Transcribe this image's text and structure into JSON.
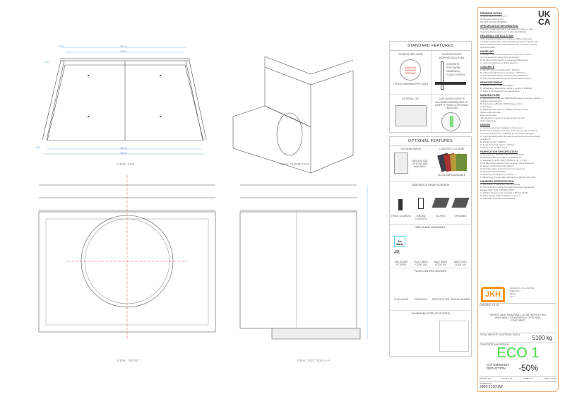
{
  "views": {
    "top": {
      "label": "VIEW: TOP",
      "dims": [
        "3015",
        "2880",
        "3665",
        "3880",
        "100",
        "100"
      ]
    },
    "isometric": {
      "label": "VIEW: ISOMETRIC"
    },
    "front": {
      "label": "VIEW: FRONT"
    },
    "section": {
      "label": "VIEW: SECTION A-A"
    }
  },
  "standard_features": {
    "title": "STANDARD FEATURES",
    "opening_size": {
      "title": "OPENING SIZE GUIDE",
      "circle_text": "Ø1500 mm MAXIMUM OPENING",
      "note": "TYPICAL MAXIMUM PIPE SIZES"
    },
    "custom_design": {
      "title": "CUSTOM DESIGN",
      "subtitle": "BESPOKE SOLUTIONS",
      "items": [
        "CONCRETE",
        "STEELWORK",
        "HANDRAILS",
        "FLOW CONTROL"
      ]
    },
    "integral_toe": {
      "title": "INTEGRAL TOE"
    },
    "sockets": {
      "title": "CAST-IN M16 SOCKETS",
      "note": "ALLOWING SUBSEQUENT TO LATER FITTINGS & OPTIONAL FEATURES"
    }
  },
  "optional_features": {
    "title": "OPTIONAL FEATURES",
    "toe_beam": {
      "title": "TOE BEAM RANGE",
      "note": "VARIOUS SIZE OPTIONS ARE AVAILABLE"
    },
    "colours": {
      "title": "CONCRETE COLOURS",
      "note": "16 COLOURS AVAILABLE"
    },
    "gratings": {
      "title": "GRATINGS & TRASH SCREENS",
      "items": [
        "HINGE COUPLED",
        "HINGED COUPLED",
        "SLOPED",
        "UPRAISED"
      ]
    },
    "handrails": {
      "title": "KEE KLAMP HANDRAILS",
      "items": [
        "KEE KLAMP FITTINGS",
        "FULLY BRED CODE 100",
        "HALF BRED CODE 100",
        "BARS ONLY CODE 100"
      ],
      "badge": "Kee Safety",
      "num": "#8"
    },
    "flow": {
      "title": "FLOW CONTROL DEVICES",
      "items": [
        "FLAP VALVE",
        "PENSTOCK",
        "ORIFICE PLATE",
        "BAFFLE BOARDS"
      ]
    },
    "stoplog": {
      "title": "ALUMINIUM STOPLOG SYSTEM"
    }
  },
  "notes": {
    "sections": [
      {
        "title": "DRAWING NOTES",
        "lines": [
          "All dimensions in mm U.O.S.",
          "All measurements at mm.",
          "DO NOT SCALE DRAWING."
        ]
      },
      {
        "title": "SPECIFICATION INFORMATION",
        "lines": [
          "Opening in back wall cast to suit outer dimension of pipe.",
          "In vertical all pipe can be cut to your specification."
        ]
      },
      {
        "title": "HEADWALL INSTALLATION",
        "lines": [
          "Units should be bedded on minimum 150mm thick well compacted Class 6N or 6P well graded granular material with 50mm bedding of fine material (Class 6L) to ensure units are level and stable."
        ]
      },
      {
        "title": "HANDLING",
        "lines": [
          "A. Weight of concrete is based on 2.4 tonne/m³ +5% is recommended for sizing lifting equipment.",
          "B. All lifting points shall be used as specified below.",
          "C. Unit to be lifted as per lifting diagram."
        ]
      },
      {
        "title": "CONCRETE",
        "lines": [
          "A. Mix 40° Self compacting 2C4 / C50 Mix.",
          "B. Lifting strength based on 2 cubes = 20N/mm².",
          "C. Characteristic 28 day cube strength = 50N/mm².",
          "D. Concrete provides Design Chemical Class 4 (DC4)."
        ]
      },
      {
        "title": "REINFORCEMENT",
        "lines": [
          "A. Reinforcement to BS EN 10080.",
          "B. Scheduling, dimensions, bends & cutting to BS8666.",
          "C. Dope to be treated as per specification."
        ]
      },
      {
        "title": "MANUFACTURE",
        "lines": [
          "A. Manufacture to BS EN 15258:2008 precast concrete products retaining wall elements.",
          "B. Tolerances to BS EN 13369 Clause 4.3.1.1",
          "C. Finishing:",
          "D. Marking; units shall be indelibly marked to show:",
          "Mould reference code.",
          "Date mould code.",
          "Job reference number & unique product number.",
          "Unit weight (kg)."
        ]
      },
      {
        "title": "DESIGN",
        "lines": [
          "A. Concrete structure designed to Eurocode 2.",
          "B. JKH have designed concrete units only, the site conditions should be assessed for suitability by the scheme designer.",
          "C. Units are designed to withstand a vertical live load surcharge of 10kN/m².",
          "D. Weight of soil = 19kN/m³.",
          "E. Angle of internal friction = 30 Deg.",
          "F. Design Life as table below."
        ]
      },
      {
        "title": "FABRICATION SPECIFICATION",
        "lines": [
          "A. Manufacture: EN ISO 1090-2 EXC CLASS 1",
          "B. Material grade to be BS EN 10025 S275",
          "C. Handrail to be BS 1387/1 PMRA 1.1/k - 1.5.1.8",
          "D. All fillet & butt welds to have minimum throat thickness.",
          "E. Ensure vertical flats fully welded.",
          "F. All sharp edges and burrs are to be removed.",
          "G. Remove all weld splatter.",
          "H. Holes by punching are permitted.",
          "I. Galvanising process after fabrication to BS EN ISO 1461."
        ]
      },
      {
        "title": "HANDRAIL SPECIFICATION",
        "lines": [
          "A. Kee Klamp® Galvanised Size 8 Fittings.",
          "B. Tube 8 48.3mm OD 3.2mm Wall Thickness Galvanised Medium Duty Tube to BS EN 10255.",
          "C. 260N/m Design Load as stated in BS EN 13200.",
          "D. Other design loads available on request.",
          "E. GRP/FRP Handrails also available."
        ]
      }
    ]
  },
  "title_block": {
    "brand": "JKH",
    "address": [
      "ADDRESS: JKH LIMITED",
      "WEBSITE:",
      "EMAIL:",
      "TEL:"
    ],
    "drawing_title_label": "DRAWING TITLE:",
    "drawing_title": "SERIES 2800 HEADWALL (2130 HIGH) LEVEL WINGWALL STANDARD & OPTIONAL FEATURES",
    "weight_label": "TOTAL WEIGHT (CASTINGS ONLY):",
    "weight": "5100 kg",
    "mix_label": "CONCRETE MIX DESIGN:",
    "eco": "ECO 1",
    "co2_label": "CO² EMISSION REDUCTION",
    "co2_value": "-50%",
    "drawn": "DRAWN: PN",
    "issue": "ISSUE #: 01",
    "sheet": "SHEET #: 1",
    "date": "DATE: 12/024",
    "drawing_no_label": "DRAWING #:",
    "drawing_no": "2800-2130-LW",
    "ukca": "UK CA",
    "accent": "#f7941d",
    "eco_color": "#3ddc3d"
  }
}
